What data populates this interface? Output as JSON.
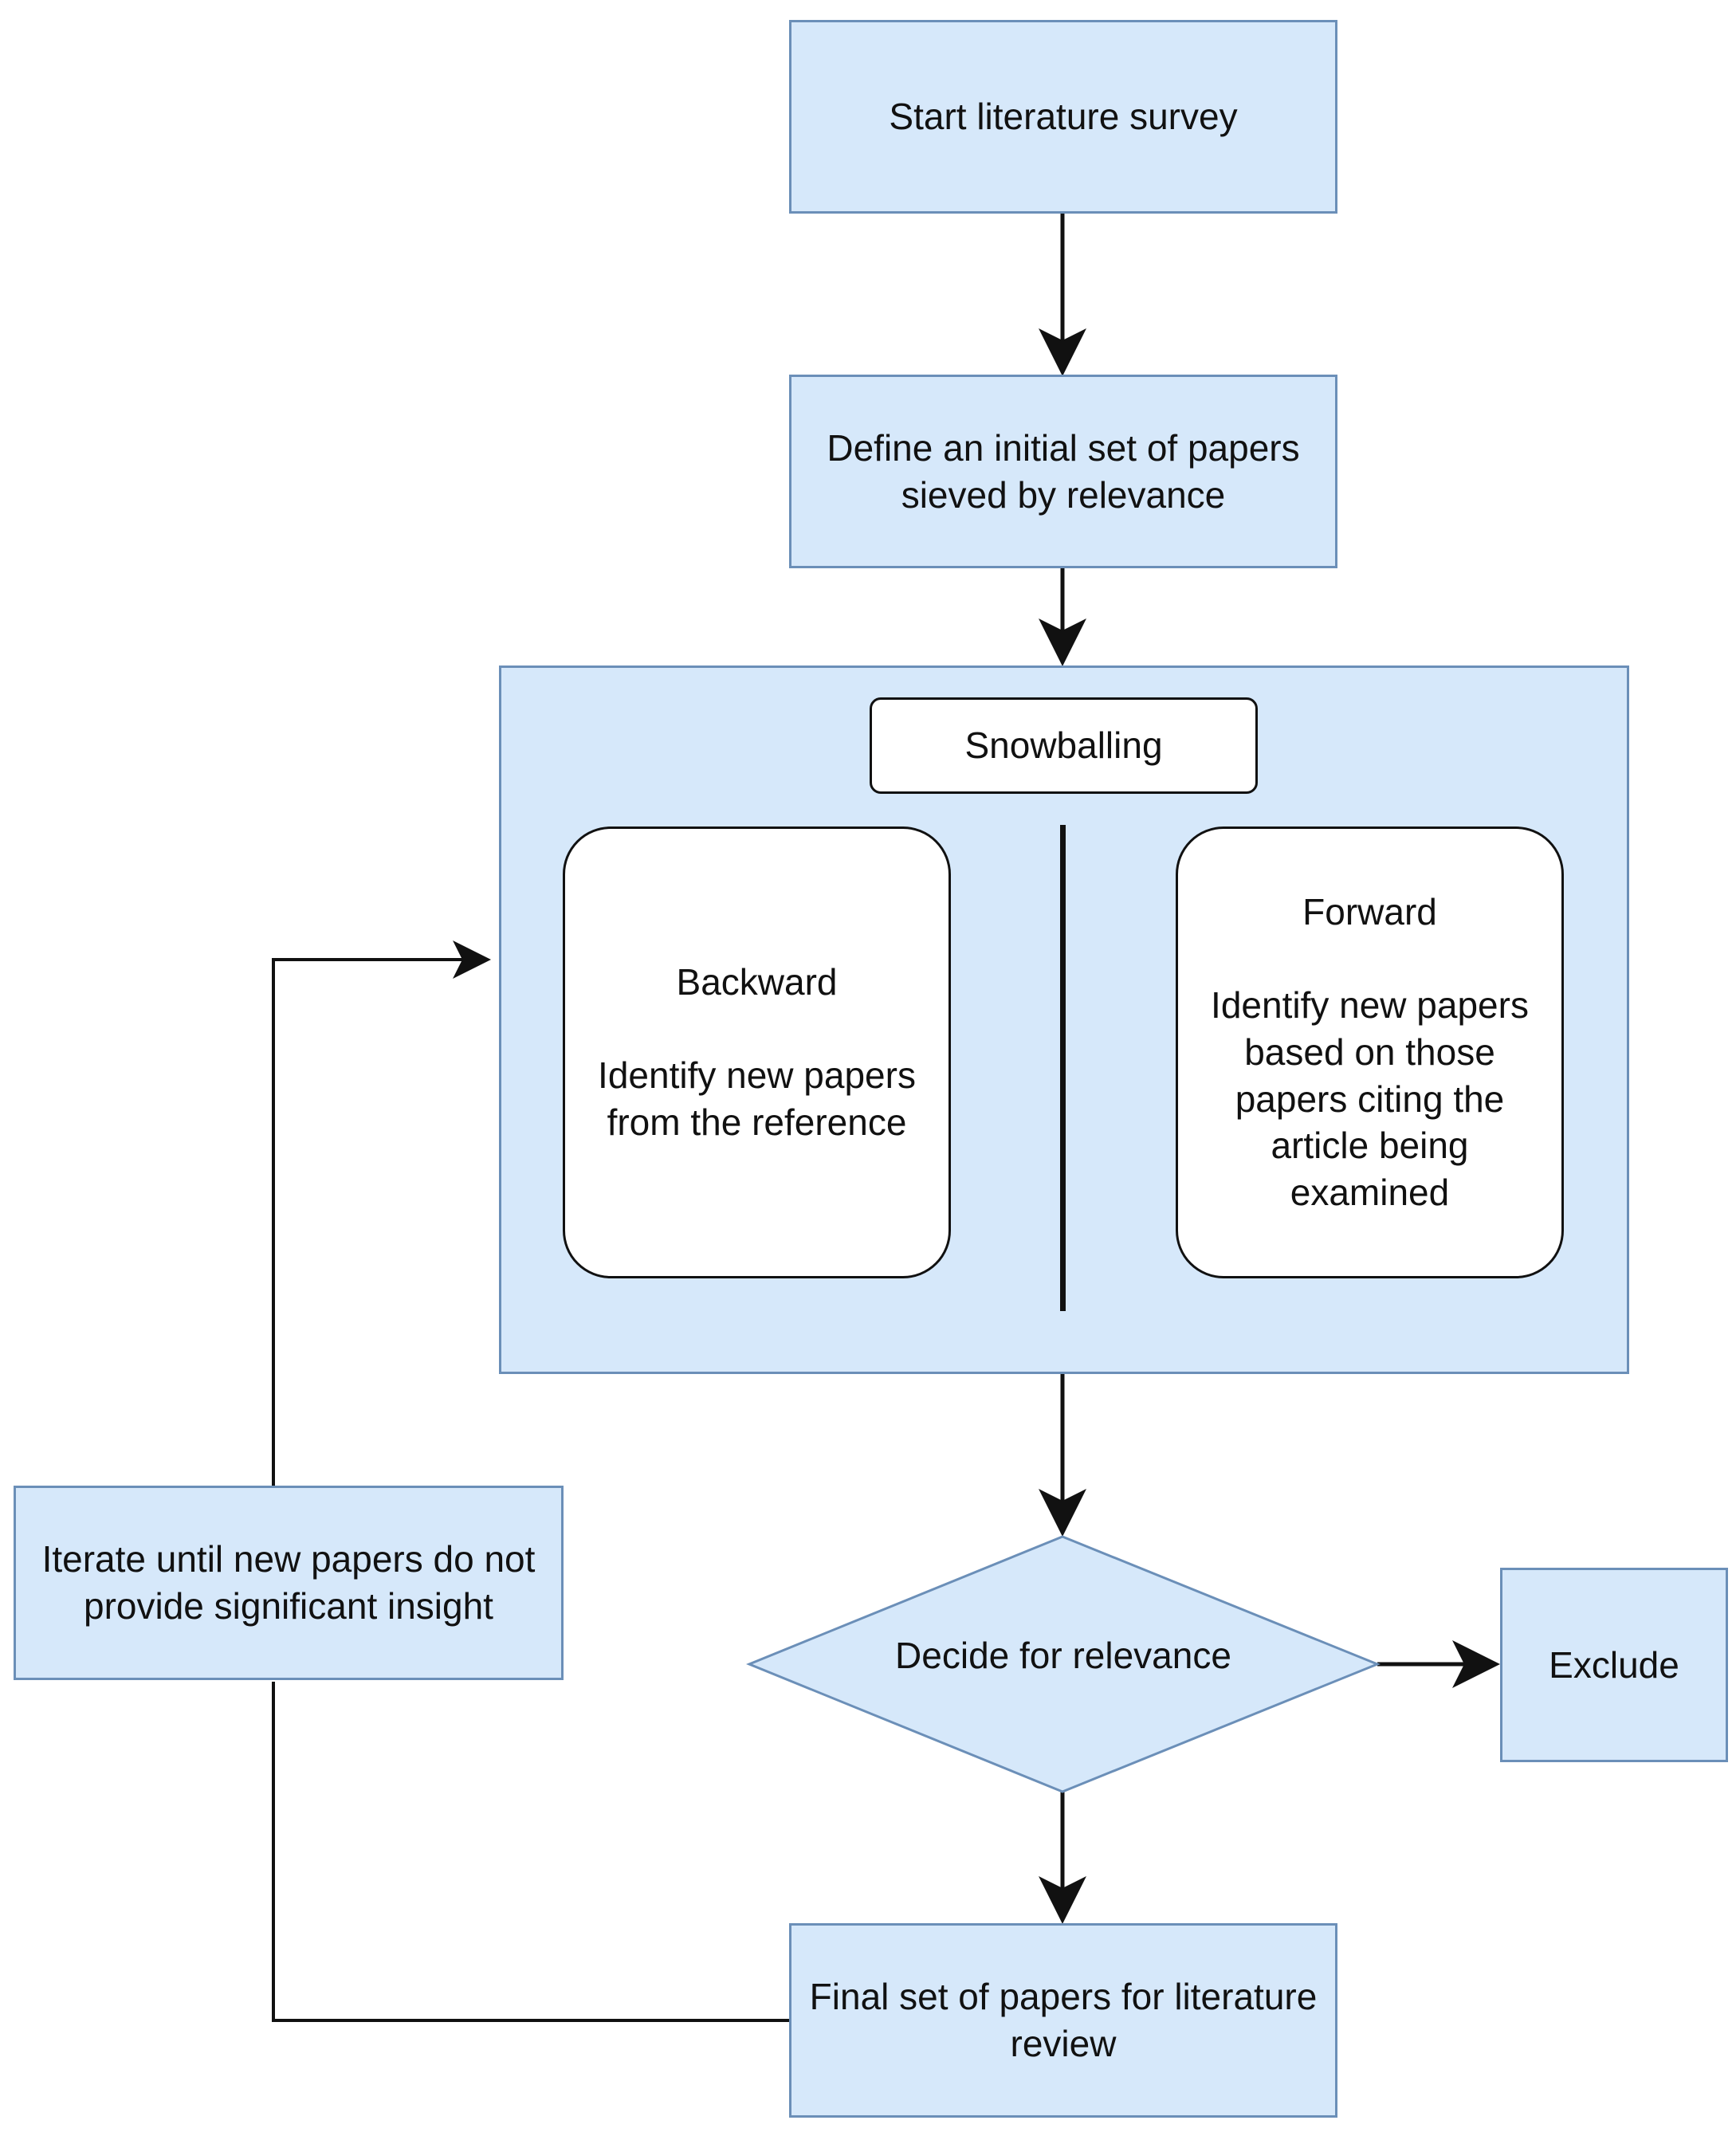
{
  "nodes": {
    "start": "Start literature survey",
    "define_line1": "Define an initial set of papers",
    "define_line2": "sieved by relevance",
    "snowballing": "Snowballing",
    "backward_title": "Backward",
    "backward_line1": "Identify new papers",
    "backward_line2": "from the reference",
    "forward_title": "Forward",
    "forward_line1": "Identify new papers",
    "forward_line2": "based on those",
    "forward_line3": "papers citing the",
    "forward_line4": "article being",
    "forward_line5": "examined",
    "iterate_line1": "Iterate until new papers do not",
    "iterate_line2": "provide significant insight",
    "decide": "Decide for relevance",
    "exclude": "Exclude",
    "final_line1": "Final set of papers for literature",
    "final_line2": "review"
  },
  "colors": {
    "fill": "#d6e8fa",
    "border": "#6b8fb8",
    "line": "#111111"
  }
}
